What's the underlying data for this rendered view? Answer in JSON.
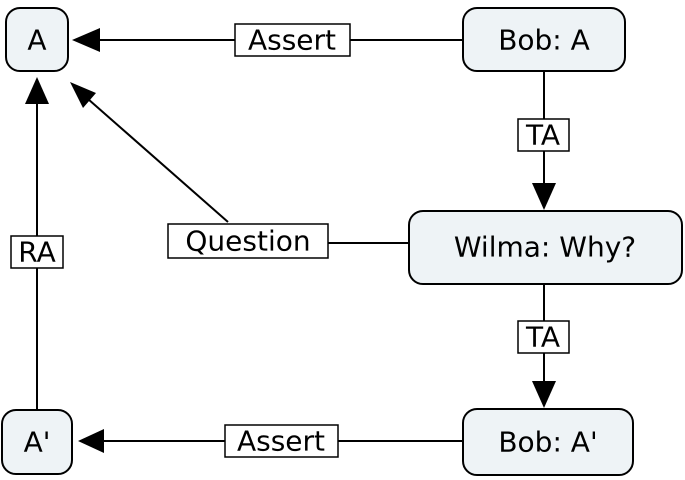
{
  "nodes": {
    "a": "A",
    "bob_a": "Bob: A",
    "wilma": "Wilma: Why?",
    "a_prime": "A'",
    "bob_a_prime": "Bob: A'"
  },
  "edges": {
    "assert_top": "Assert",
    "ta_top": "TA",
    "question": "Question",
    "ta_bottom": "TA",
    "ra": "RA",
    "assert_bottom": "Assert"
  }
}
